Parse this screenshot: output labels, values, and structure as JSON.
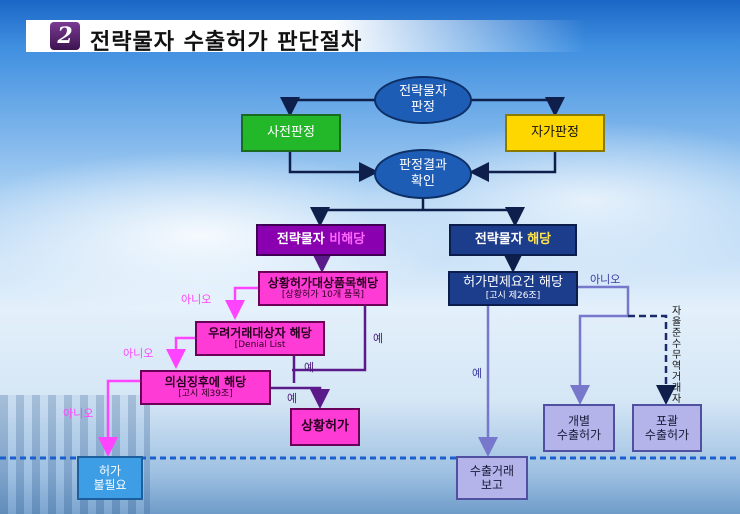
{
  "title": {
    "number": "2",
    "text": "전략물자 수출허가 판단절차"
  },
  "nodes": {
    "judge": [
      "전략물자",
      "판정"
    ],
    "pre": "사전판정",
    "self": "자가판정",
    "result": [
      "판정결과",
      "확인"
    ],
    "nonapplicable": {
      "prefix": "전략물자 ",
      "highlight": "비해당"
    },
    "applicable": {
      "prefix": "전략물자 ",
      "highlight": "해당"
    },
    "catchall1": {
      "main": "상황허가대상품목해당",
      "sub": "[상황허가 10개 품목]"
    },
    "catchall2": {
      "main": "우려거래대상자 해당",
      "sub": "[Denial List"
    },
    "catchall3": {
      "main": "의심징후에 해당",
      "sub": "[고시 제39조]"
    },
    "exemption": {
      "main": "허가면제요건 해당",
      "sub": "[고시 제26조]"
    },
    "situation_permit": "상황허가",
    "no_permit": [
      "허가",
      "불필요"
    ],
    "export_report": [
      "수출거래",
      "보고"
    ],
    "individual": [
      "개별",
      "수출허가"
    ],
    "comprehensive": [
      "포괄",
      "수출허가"
    ]
  },
  "labels": {
    "no1": "아니오",
    "no2": "아니오",
    "no3": "아니오",
    "no4": "아니오",
    "yes1": "예",
    "yes2": "예",
    "yes3": "예",
    "yes4": "예",
    "vertical": "자율준수무역거래자"
  },
  "colors": {
    "green": "#22b829",
    "yellow": "#ffd700",
    "purple": "#8a00b0",
    "pink": "#ff3bd5",
    "navy": "#1c3c8c",
    "lavender": "#b4b4ea",
    "light_blue": "#3e9ee5"
  }
}
